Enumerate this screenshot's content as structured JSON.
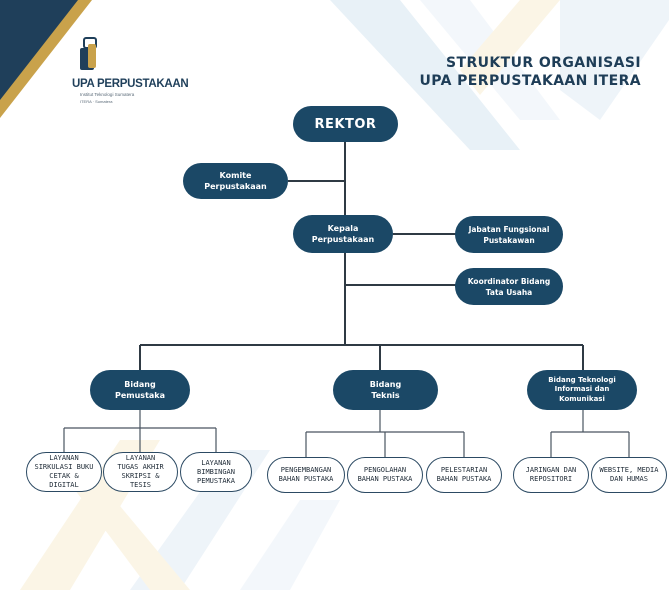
{
  "header": {
    "logo_name": "UPA PERPUSTAKAAN",
    "logo_subtitle": "Institut Teknologi Sumatera",
    "logo_tagline": "ITERA  ·  Sumatera",
    "title_line1": "STRUKTUR ORGANISASI",
    "title_line2": "UPA PERPUSTAKAAN ITERA"
  },
  "nodes": {
    "rektor": "REKTOR",
    "komite": "Komite\nPerpustakaan",
    "kepala": "Kepala\nPerpustakaan",
    "jabatan": "Jabatan Fungsional\nPustakawan",
    "koordinator": "Koordinator Bidang\nTata Usaha",
    "pemustaka": "Bidang\nPemustaka",
    "teknis": "Bidang\nTeknis",
    "tik": "Bidang Teknologi\nInformasi dan\nKomunikasi",
    "sirkulasi": "LAYANAN\nSIRKULASI BUKU\nCETAK & DIGITAL",
    "tugas_akhir": "LAYANAN\nTUGAS AKHIR\nSKRIPSI & TESIS",
    "bimbingan": "LAYANAN\nBIMBINGAN\nPEMUSTAKA",
    "pengembangan": "PENGEMBANGAN\nBAHAN PUSTAKA",
    "pengolahan": "PENGOLAHAN\nBAHAN PUSTAKA",
    "pelestarian": "PELESTARIAN\nBAHAN PUSTAKA",
    "jaringan": "JARINGAN DAN\nREPOSITORI",
    "website": "WEBSITE, MEDIA\nDAN HUMAS"
  },
  "colors": {
    "node_dark": "#1b4866",
    "connector": "#2f3a44",
    "gold": "#c9a24b",
    "navy": "#1f3f5a",
    "light_blue": "#e8f1f7",
    "cream": "#fbf5e6"
  }
}
